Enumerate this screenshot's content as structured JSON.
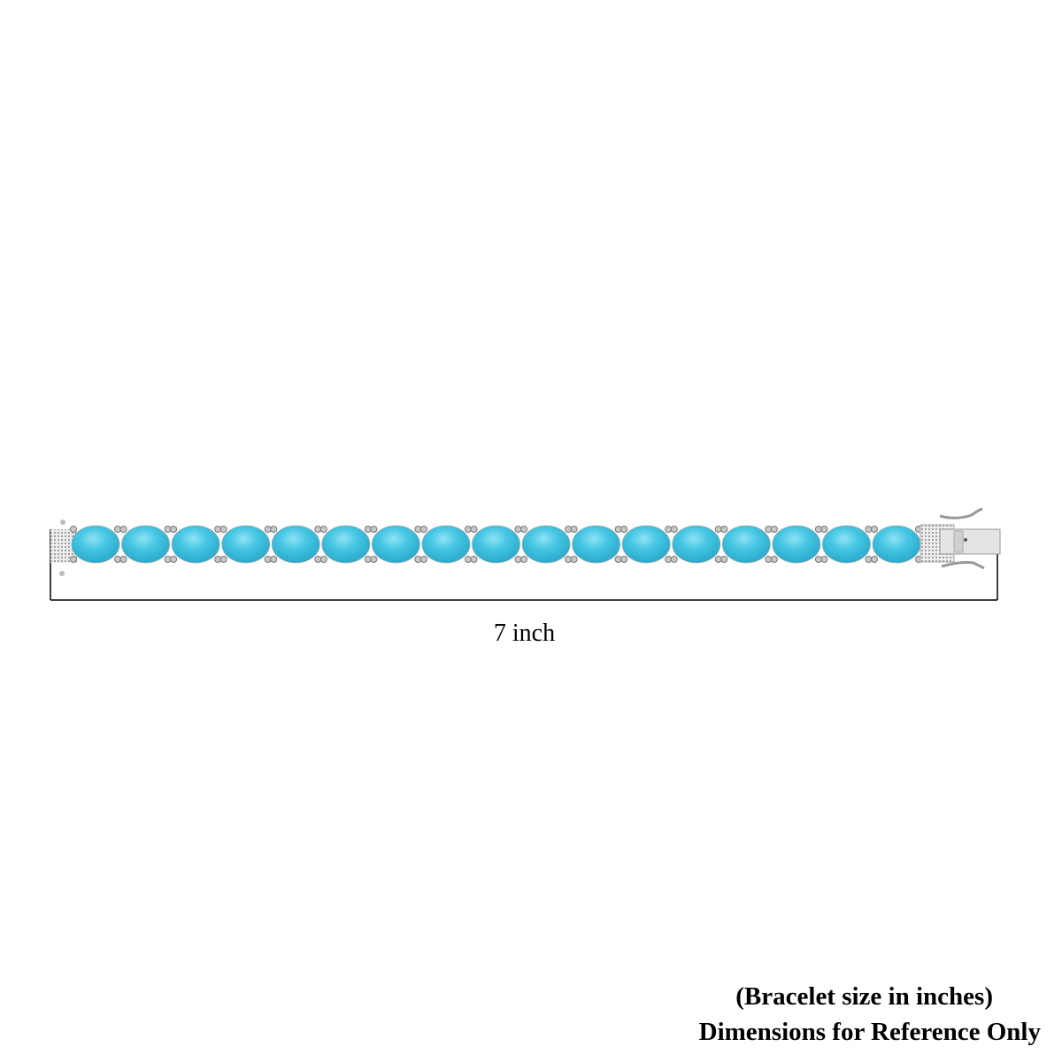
{
  "product": {
    "stone_count": 17,
    "stone_color": "#3fc3e0",
    "metal_color": "#c8c8c8"
  },
  "dimension": {
    "label": "7 inch"
  },
  "notes": {
    "line1": "(Bracelet size in inches)",
    "line2": "Dimensions for Reference Only"
  }
}
